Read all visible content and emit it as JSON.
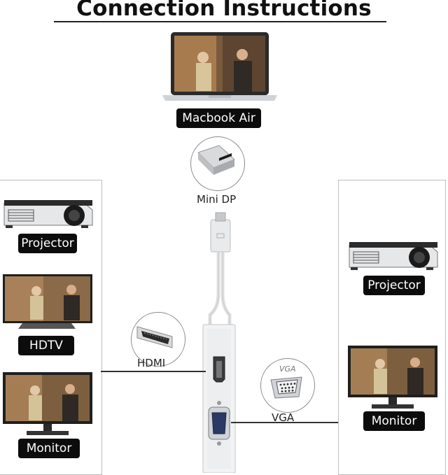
{
  "title": "Connection Instructions",
  "laptop_label": "Macbook Air",
  "connector_label": "Mini DP",
  "left_panel": {
    "projector_label": "Projector",
    "hdtv_label": "HDTV",
    "monitor_label": "Monitor"
  },
  "right_panel": {
    "projector_label": "Projector",
    "monitor_label": "Monitor"
  },
  "ports": {
    "hdmi_label": "HDMI",
    "vga_label": "VGA",
    "vga_icon_text": "VGA"
  }
}
